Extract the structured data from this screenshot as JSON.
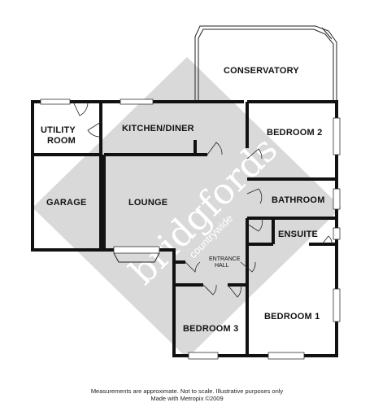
{
  "rooms": {
    "conservatory": "CONSERVATORY",
    "utility_line1": "UTILITY",
    "utility_line2": "ROOM",
    "kitchen": "KITCHEN/DINER",
    "bedroom2": "BEDROOM 2",
    "garage": "GARAGE",
    "lounge": "LOUNGE",
    "bathroom": "BATHROOM",
    "ensuite": "ENSUITE",
    "hall_line1": "ENTRANCE",
    "hall_line2": "HALL",
    "bedroom3": "BEDROOM 3",
    "bedroom1": "BEDROOM 1"
  },
  "watermark": {
    "brand": "bridgfords",
    "sub": "countrywide"
  },
  "footer": {
    "line1": "Measurements are approximate.  Not to scale.  Illustrative purposes only",
    "line2": "Made with Metropix ©2009"
  },
  "colors": {
    "wall": "#111111",
    "watermark_diamond": "#d9d9d9",
    "background": "#ffffff"
  }
}
